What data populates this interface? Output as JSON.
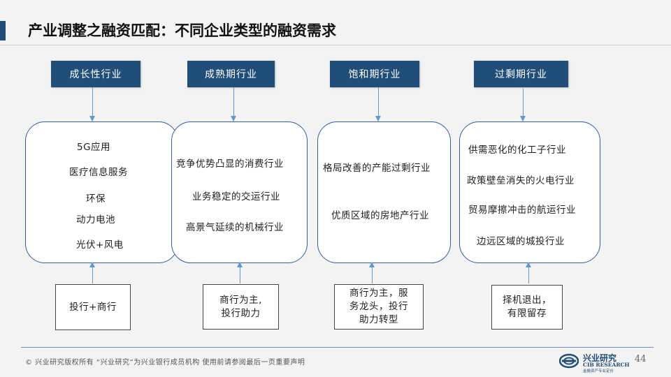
{
  "title": "产业调整之融资匹配：不同企业类型的融资需求",
  "colors": {
    "header_bg": "#1f4e79",
    "box_border": "#2e5ea8",
    "arrow": "#5b9bd5"
  },
  "columns": [
    {
      "header": "成长性行业",
      "items": [
        "5G应用",
        "医疗信息服务",
        "环保",
        "动力电池",
        "光伏+风电"
      ],
      "financing": [
        "投行+商行"
      ]
    },
    {
      "header": "成熟期行业",
      "items": [
        "竞争优势凸显的消费行业",
        "业务稳定的交运行业",
        "高景气延续的机械行业"
      ],
      "financing": [
        "商行为主,",
        "投行助力"
      ]
    },
    {
      "header": "饱和期行业",
      "items": [
        "格局改善的产能过剩行业",
        "优质区域的房地产行业"
      ],
      "financing": [
        "商行为主，服",
        "务龙头，投行",
        "助力转型"
      ]
    },
    {
      "header": "过剩期行业",
      "items": [
        "供需恶化的化工子行业",
        "政策壁垒消失的火电行业",
        "贸易摩擦冲击的航运行业",
        "边远区域的城投行业"
      ],
      "financing": [
        "择机退出，",
        "有限留存"
      ]
    }
  ],
  "footer": {
    "copyright": "©  兴业研究版权所有    “兴业研究”为兴业银行成员机构   使用前请参阅最后一页重要声明",
    "logo_cn": "兴业研究",
    "logo_en": "CIB RESEARCH",
    "logo_sub": "金融资产专业定价",
    "logo_icon": "cib-logo-icon",
    "page_number": "44"
  }
}
